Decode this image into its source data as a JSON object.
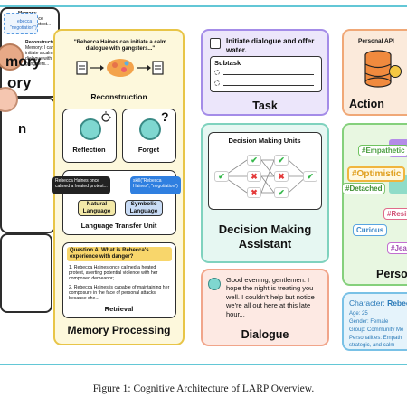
{
  "caption": "Figure 1: Cognitive Architecture of LARP Overview.",
  "left_column": {
    "panel1_lines": [
      "Memory:",
      "Haines once",
      "heated protest..."
    ],
    "panel1_sub": [
      "Reconstructed",
      "Memory: I can",
      "initiate a calm",
      "dialogue with",
      "gangsters..."
    ],
    "panel1_title": "ory",
    "panel2_title": "n",
    "panel3_text": [
      "ebecca",
      "\"negotiation\")"
    ],
    "panel3_title": "mory"
  },
  "memory_processing": {
    "title": "Memory Processing",
    "quote": "\"Rebecca Haines can initiate a calm dialogue with gangsters...\"",
    "reconstruction": "Reconstruction",
    "reflection": "Reflection",
    "forget": "Forget",
    "forget_mark": "?",
    "bubble_black": "Rebecca Haines once calmed a heated protest...",
    "bubble_blue": "skill(\"Rebecca Haines\", \"negotiation\")",
    "natural_language": "Natural Language",
    "symbolic_language": "Symbolic Language",
    "language_transfer_unit": "Language Transfer Unit",
    "question": "Question A. What is Rebecca's experience with danger?",
    "answer1": "1. Rebecca Haines once calmed a heated protest, averting potential violence with her composed demeanor;",
    "answer2": "2. Rebecca Haines is capable of maintaining her composure in the face of personal attacks because she...",
    "retrieval": "Retrieval"
  },
  "task": {
    "title": "Task",
    "item": "Initiate dialogue and offer water.",
    "subtask": "Subtask"
  },
  "decision": {
    "units_label": "Decision Making Units",
    "title": "Decision Making Assistant",
    "check": "✔",
    "cross": "✖"
  },
  "dialogue": {
    "title": "Dialogue",
    "text": "Good evening, gentlemen. I hope the night is treating you well. I couldn't help but notice we're all out here at this late hour..."
  },
  "action": {
    "title": "Action",
    "api_label": "Personal API"
  },
  "personality": {
    "title": "Perso",
    "tags": [
      "#Empathetic",
      "#Optimistic",
      "#Detached",
      "#Resilient",
      "Curious",
      "#Jea"
    ]
  },
  "character": {
    "label": "Character:",
    "name": "Rebecc",
    "age": "Age: 25",
    "gender": "Gender: Female",
    "group": "Group: Community Me",
    "personalities": "Personalities: Empath",
    "traits": "strategic, and calm"
  },
  "colors": {
    "frame": "#63c7d6",
    "memory": "#e8c548",
    "task": "#a48ce8",
    "decision": "#7fd2be",
    "dialogue": "#f1a58a",
    "action": "#f0a877",
    "personality": "#85d07c",
    "character": "#79c1e6",
    "check_green": "#35b84a",
    "cross_red": "#e43b3b"
  }
}
